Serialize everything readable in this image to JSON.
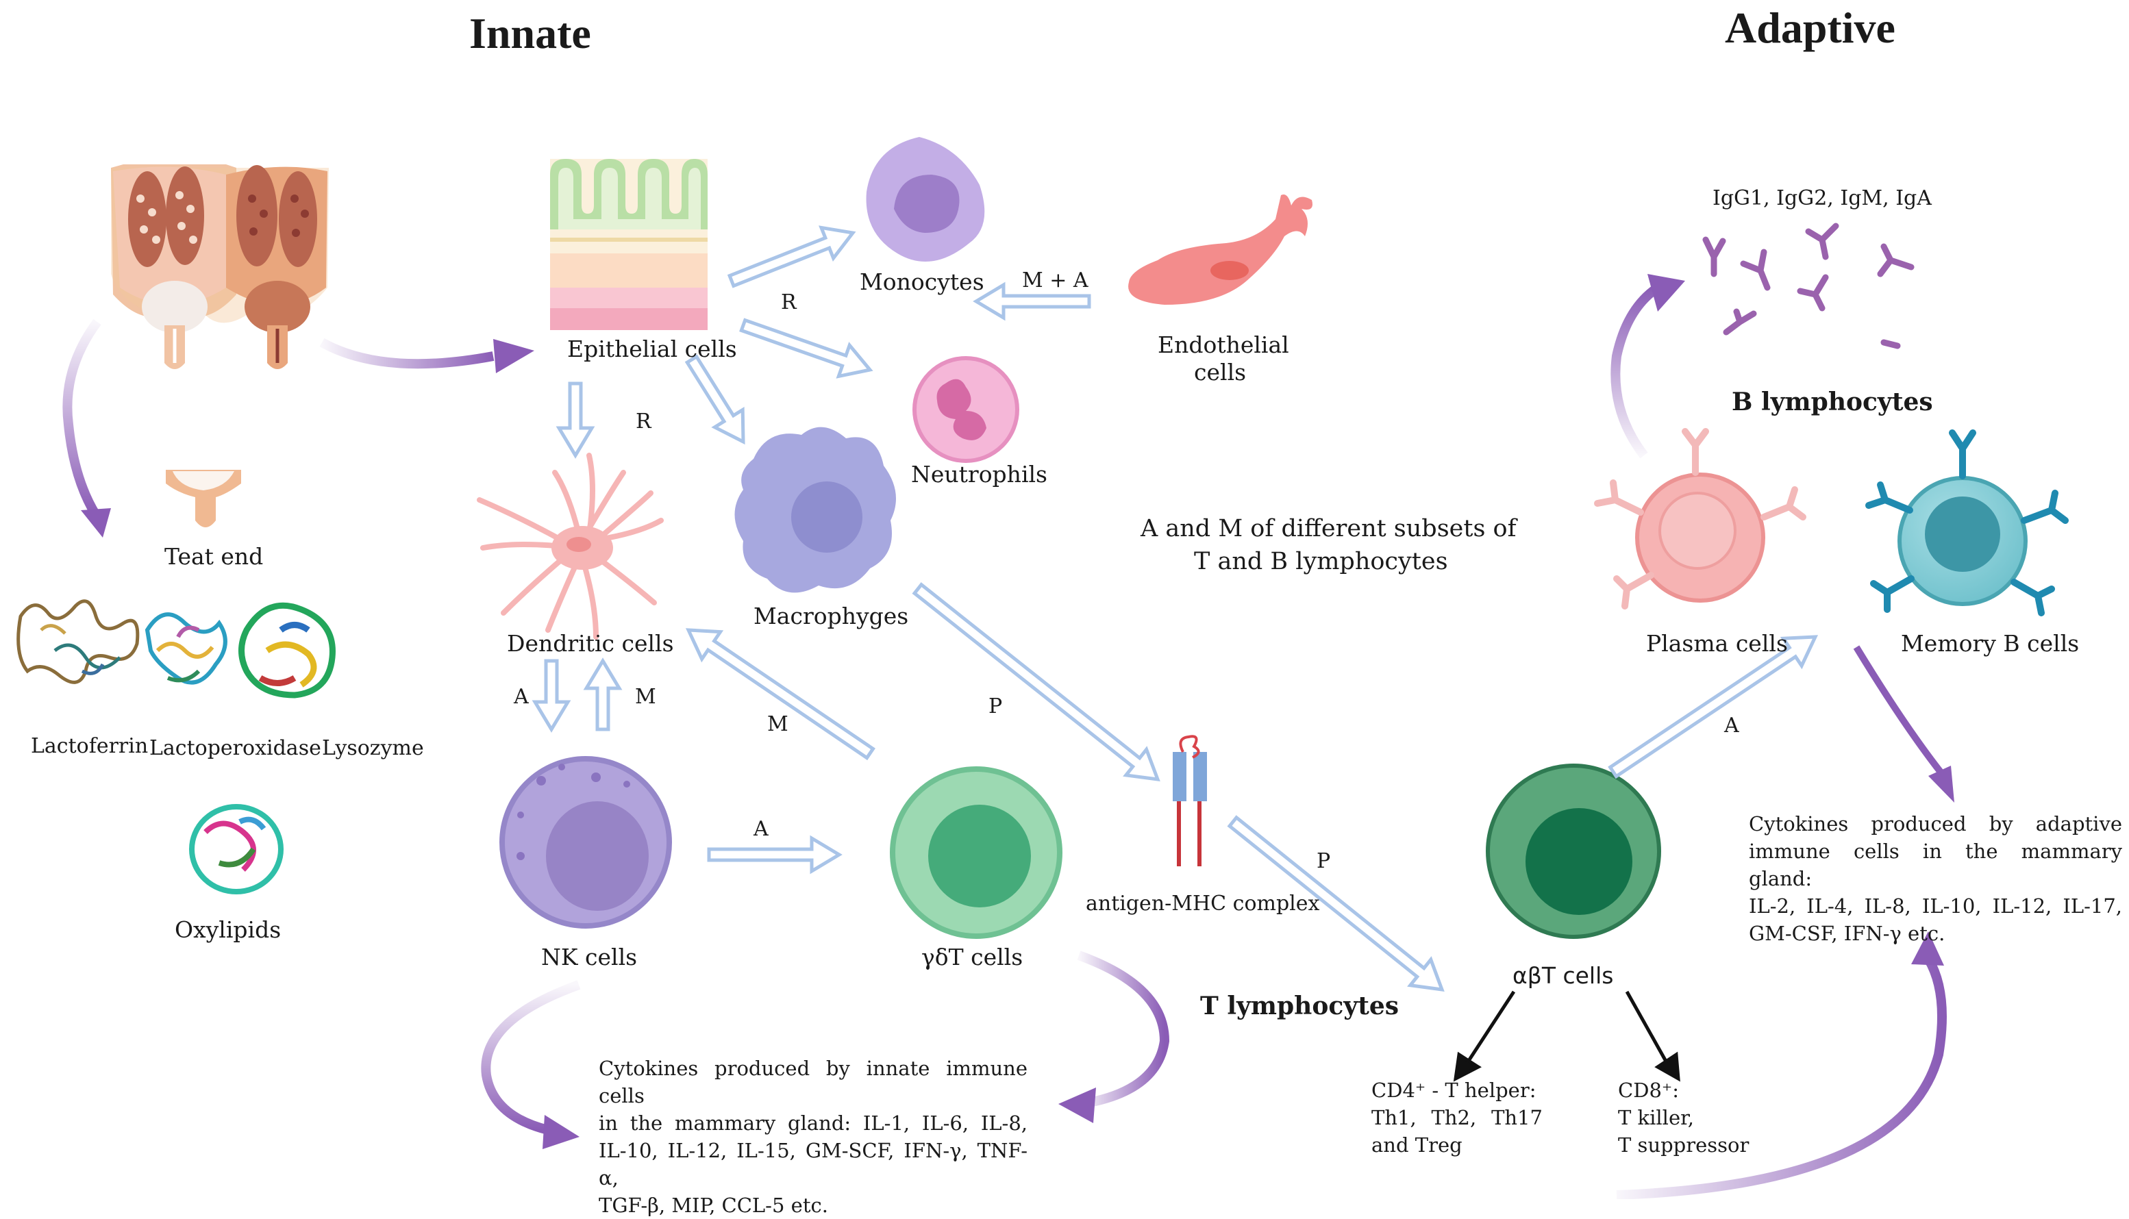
{
  "headings": {
    "innate": "Innate",
    "adaptive": "Adaptive"
  },
  "cells": {
    "epithelial": "Epithelial cells",
    "monocytes": "Monocytes",
    "neutrophils": "Neutrophils",
    "endothelial_line1": "Endothelial",
    "endothelial_line2": "cells",
    "dendritic": "Dendritic cells",
    "macrophages": "Macrophyges",
    "nk": "NK cells",
    "gdt": "γδT cells",
    "abt": "αβT cells",
    "plasma": "Plasma cells",
    "memory_b": "Memory B cells",
    "antigen_mhc": "antigen-MHC complex",
    "teat_end": "Teat end"
  },
  "molecules": {
    "lactoferrin": "Lactoferrin",
    "lactoperoxidase": "Lactoperoxidase",
    "lysozyme": "Lysozyme",
    "oxylipids": "Oxylipids"
  },
  "group_labels": {
    "t_lymphocytes": "T lymphocytes",
    "b_lymphocytes": "B lymphocytes",
    "immunoglobulins": "IgG1, IgG2, IgM, IgA"
  },
  "arrow_labels": {
    "r_monocytes": "R",
    "r_dendritic": "R",
    "m_plus_a": "M + A",
    "a_nk": "A",
    "m_nk": "M",
    "m_gdt": "M",
    "p_gdt": "P",
    "a_nk_gdt": "A",
    "p_abt": "P",
    "a_plasma": "A"
  },
  "notes": {
    "subsets_line1": "A and M of different subsets of",
    "subsets_line2": "T and B lymphocytes",
    "innate_cyto_1": "Cytokines produced by innate immune cells",
    "innate_cyto_2": "in the mammary gland: IL-1, IL-6, IL-8,",
    "innate_cyto_3": "IL-10, IL-12, IL-15, GM-SCF, IFN-γ, TNF-α,",
    "innate_cyto_4": "TGF-β, MIP, CCL-5 etc.",
    "adaptive_cyto_1": "Cytokines produced by adaptive",
    "adaptive_cyto_2": "immune cells in the mammary gland:",
    "adaptive_cyto_3": "IL-2, IL-4, IL-8, IL-10, IL-12, IL-17,",
    "adaptive_cyto_4": "GM-CSF, IFN-γ etc.",
    "cd4_1": "CD4⁺ - T helper:",
    "cd4_2": "Th1,  Th2,  Th17",
    "cd4_3": "and Treg",
    "cd8_1": "CD8⁺:",
    "cd8_2": "T killer,",
    "cd8_3": "T suppressor"
  },
  "colors": {
    "hollow_arrow": "#a9c4e8",
    "purple_arrow": "#8a5cb6",
    "nk_cell": "#a99bd6",
    "gdt_cell": "#8fd4a9",
    "abt_cell": "#3f9a6a",
    "plasma_cell": "#f4a6a6",
    "memory_cell": "#5fb7c4",
    "macrophage": "#a7a8df",
    "monocyte": "#bba5e0",
    "neutrophil": "#f2a8d2",
    "dendritic": "#f6b5b5",
    "endothelial": "#f38c8c"
  }
}
